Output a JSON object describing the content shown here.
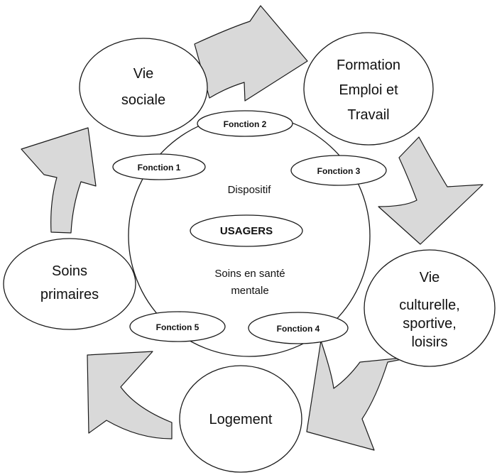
{
  "center": {
    "dispositif": "Dispositif",
    "usagers": "USAGERS",
    "soins_line1": "Soins en santé",
    "soins_line2": "mentale"
  },
  "fonctions": [
    "Fonction 1",
    "Fonction 2",
    "Fonction 3",
    "Fonction 4",
    "Fonction 5"
  ],
  "nodes": {
    "vie_sociale": [
      "Vie",
      "sociale"
    ],
    "formation": [
      "Formation",
      "Emploi et",
      "Travail"
    ],
    "vie_culturelle": [
      "Vie",
      "culturelle,",
      "sportive,",
      "loisirs"
    ],
    "logement": [
      "Logement"
    ],
    "soins_primaires": [
      "Soins",
      "primaires"
    ]
  },
  "colors": {
    "arrow_fill": "#d9d9d9",
    "stroke": "#1a1a1a",
    "background": "#ffffff"
  }
}
